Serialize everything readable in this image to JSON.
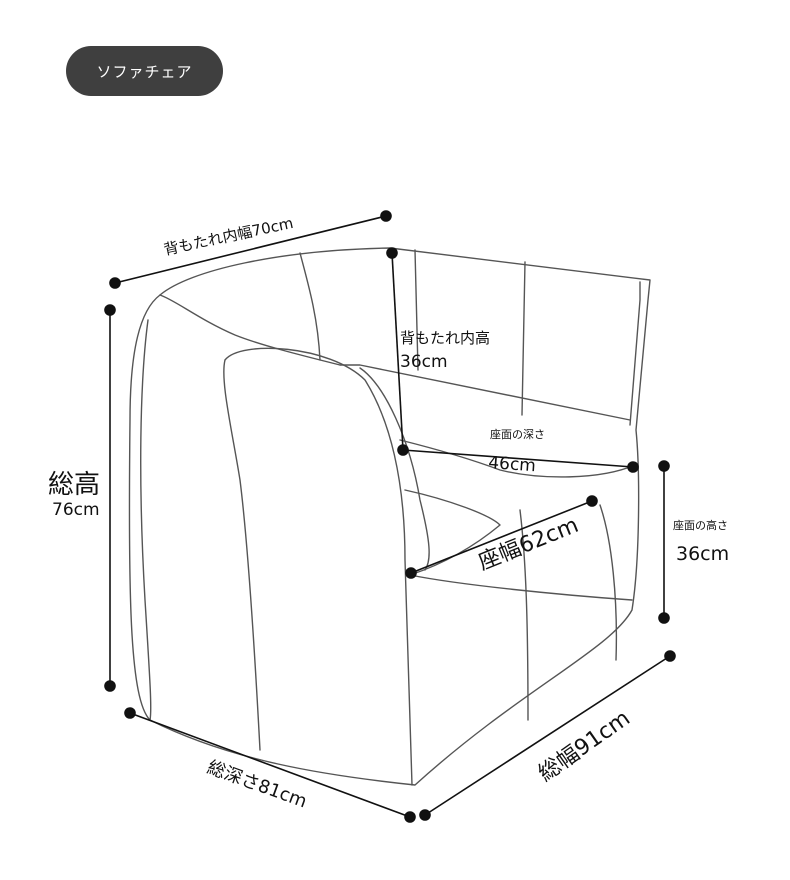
{
  "category_badge": "ソファチェア",
  "dimensions": {
    "back_inner_width": "背もたれ内幅70cm",
    "back_inner_height_label": "背もたれ内高",
    "back_inner_height_value": "36cm",
    "seat_depth_label": "座面の深さ",
    "seat_depth_value": "46cm",
    "seat_width": "座幅62cm",
    "seat_height_label": "座面の高さ",
    "seat_height_value": "36cm",
    "total_height_label": "総高",
    "total_height_value": "76cm",
    "total_depth": "総深さ81cm",
    "total_width": "総幅91cm"
  }
}
